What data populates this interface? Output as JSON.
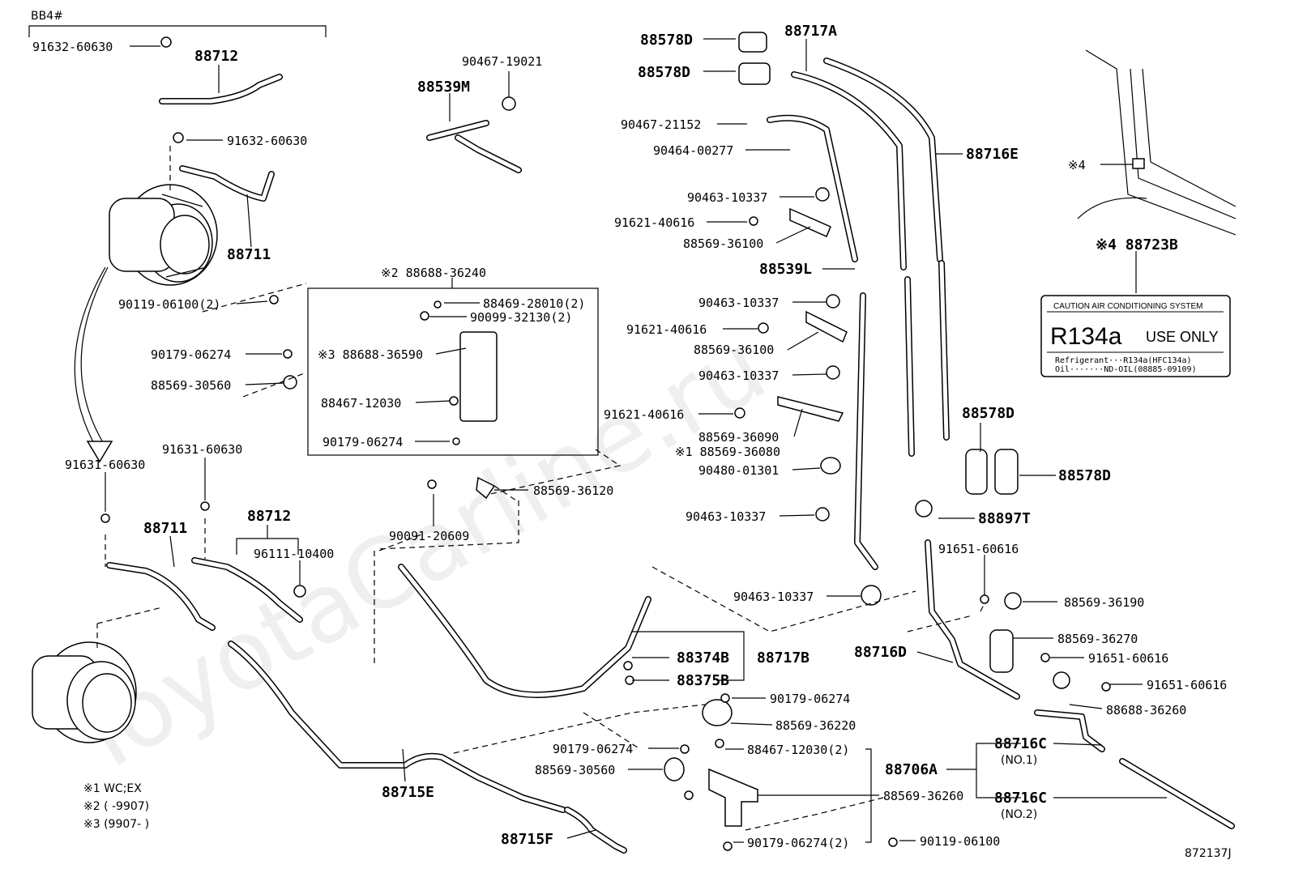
{
  "diagram": {
    "corner_label": "BB4#",
    "figure_id": "872137J",
    "watermark": "ToyotaCarline.ru",
    "notes": [
      "※1 WC;EX",
      "※2 (      -9907)",
      "※3 (9907-      )"
    ],
    "caution_label": {
      "header": "CAUTION    AIR CONDITIONING SYSTEM",
      "big_text": "R134a",
      "use_only": "USE ONLY",
      "line1": "Refrigerant···R134a(HFC134a)",
      "line2": "Oil·······ND-OIL(08885-09109)"
    },
    "part_labels": {
      "p01": "91632-60630",
      "p02": "88712",
      "p03": "91632-60630",
      "p04": "88711",
      "p05": "90467-19021",
      "p06": "88539M",
      "p07": "88578D",
      "p08": "88717A",
      "p09": "88578D",
      "p10": "90467-21152",
      "p11": "90464-00277",
      "p12": "88716E",
      "p13": "90463-10337",
      "p14": "91621-40616",
      "p15": "88569-36100",
      "p16": "88539L",
      "p17": "※2 88688-36240",
      "p18": "88469-28010(2)",
      "p19": "90099-32130(2)",
      "p20": "90119-06100(2)",
      "p21": "90179-06274",
      "p22": "※3 88688-36590",
      "p23": "88569-30560",
      "p24": "88467-12030",
      "p25": "90179-06274",
      "p26": "90463-10337",
      "p27": "91621-40616",
      "p28": "88569-36100",
      "p29": "90463-10337",
      "p30": "91621-40616",
      "p31": "88569-36090",
      "p32": "※1 88569-36080",
      "p33": "90480-01301",
      "p34": "91631-60630",
      "p35": "91631-60630",
      "p36": "88569-36120",
      "p37": "90463-10337",
      "p38": "88711",
      "p39": "88712",
      "p40": "96111-10400",
      "p41": "90091-20609",
      "p42": "90463-10337",
      "p43": "88374B",
      "p44": "88717B",
      "p45": "88375B",
      "p46": "90179-06274",
      "p47": "88569-36220",
      "p48": "90179-06274",
      "p49": "88467-12030(2)",
      "p50": "88569-30560",
      "p51": "88715E",
      "p52": "88715F",
      "p53": "88569-36260",
      "p54": "90179-06274(2)",
      "p55": "90119-06100",
      "p56": "※4",
      "p57": "※4 88723B",
      "p58": "88578D",
      "p59": "88578D",
      "p60": "88897T",
      "p61": "91651-60616",
      "p62": "88569-36190",
      "p63": "88569-36270",
      "p64": "91651-60616",
      "p65": "88716D",
      "p66": "91651-60616",
      "p67": "88688-36260",
      "p68": "88716C",
      "p69": "(NO.1)",
      "p70": "88706A",
      "p71": "88716C",
      "p72": "(NO.2)"
    }
  }
}
